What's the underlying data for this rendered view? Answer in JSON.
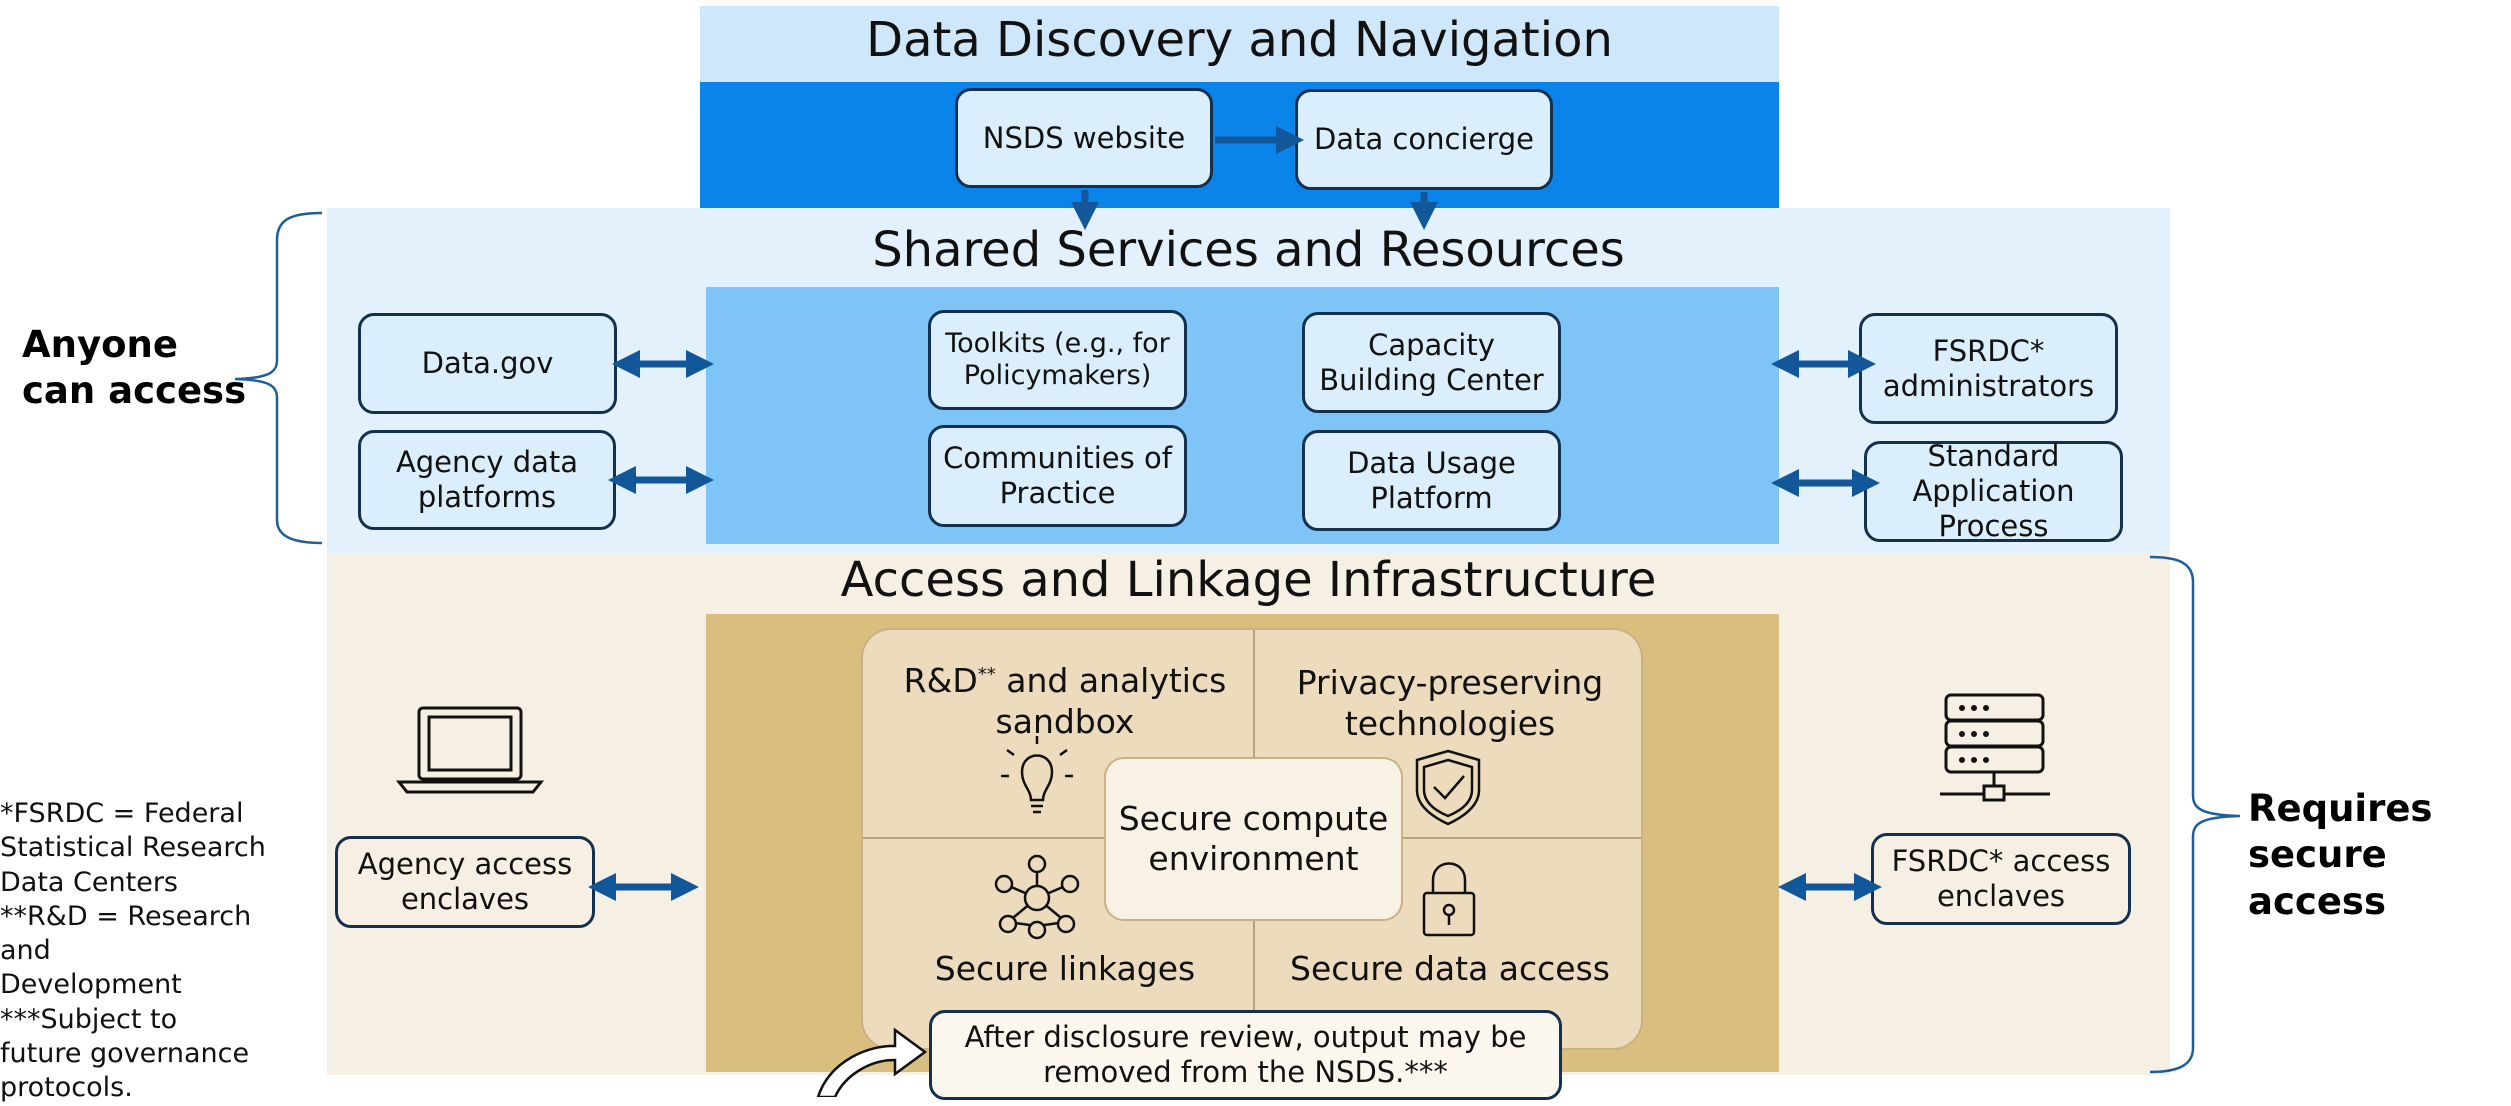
{
  "colors": {
    "light_blue": "#cfe7fb",
    "bright_blue": "#0a84e8",
    "pale_blue": "#e3f1fc",
    "mid_blue": "#7fc4f7",
    "cream": "#f6efe4",
    "gold": "#d9bf7f",
    "arrow": "#12579a",
    "border": "#14304f"
  },
  "discovery": {
    "title": "Data Discovery and Navigation",
    "nsds_website": "NSDS website",
    "data_concierge": "Data concierge"
  },
  "shared": {
    "title": "Shared Services and Resources",
    "data_gov": "Data.gov",
    "agency_platforms": "Agency data platforms",
    "toolkits": "Toolkits (e.g., for Policymakers)",
    "communities": "Communities of Practice",
    "capacity": "Capacity Building Center",
    "data_usage": "Data Usage Platform",
    "fsrdc_admin": "FSRDC* administrators",
    "standard_app": "Standard Application Process"
  },
  "access": {
    "title": "Access and Linkage Infrastructure",
    "rd_label": "R&D",
    "rd_sup": "**",
    "rd_rest": " and analytics sandbox",
    "privacy": "Privacy-preserving technologies",
    "secure_compute": "Secure compute environment",
    "secure_linkages": "Secure linkages",
    "secure_data_access": "Secure data access",
    "agency_enclaves": "Agency access enclaves",
    "fsrdc_enclaves": "FSRDC* access enclaves",
    "disclosure": "After disclosure review, output may be removed from the NSDS.***"
  },
  "side_labels": {
    "anyone": "Anyone can access",
    "requires": "Requires secure access"
  },
  "footnotes": "*FSRDC = Federal\nStatistical Research\nData Centers\n**R&D = Research and\nDevelopment\n***Subject to\nfuture governance\nprotocols.",
  "icons": [
    "laptop-icon",
    "server-icon",
    "lightbulb-icon",
    "shield-check-icon",
    "network-icon",
    "padlock-icon",
    "curved-arrow-icon"
  ]
}
